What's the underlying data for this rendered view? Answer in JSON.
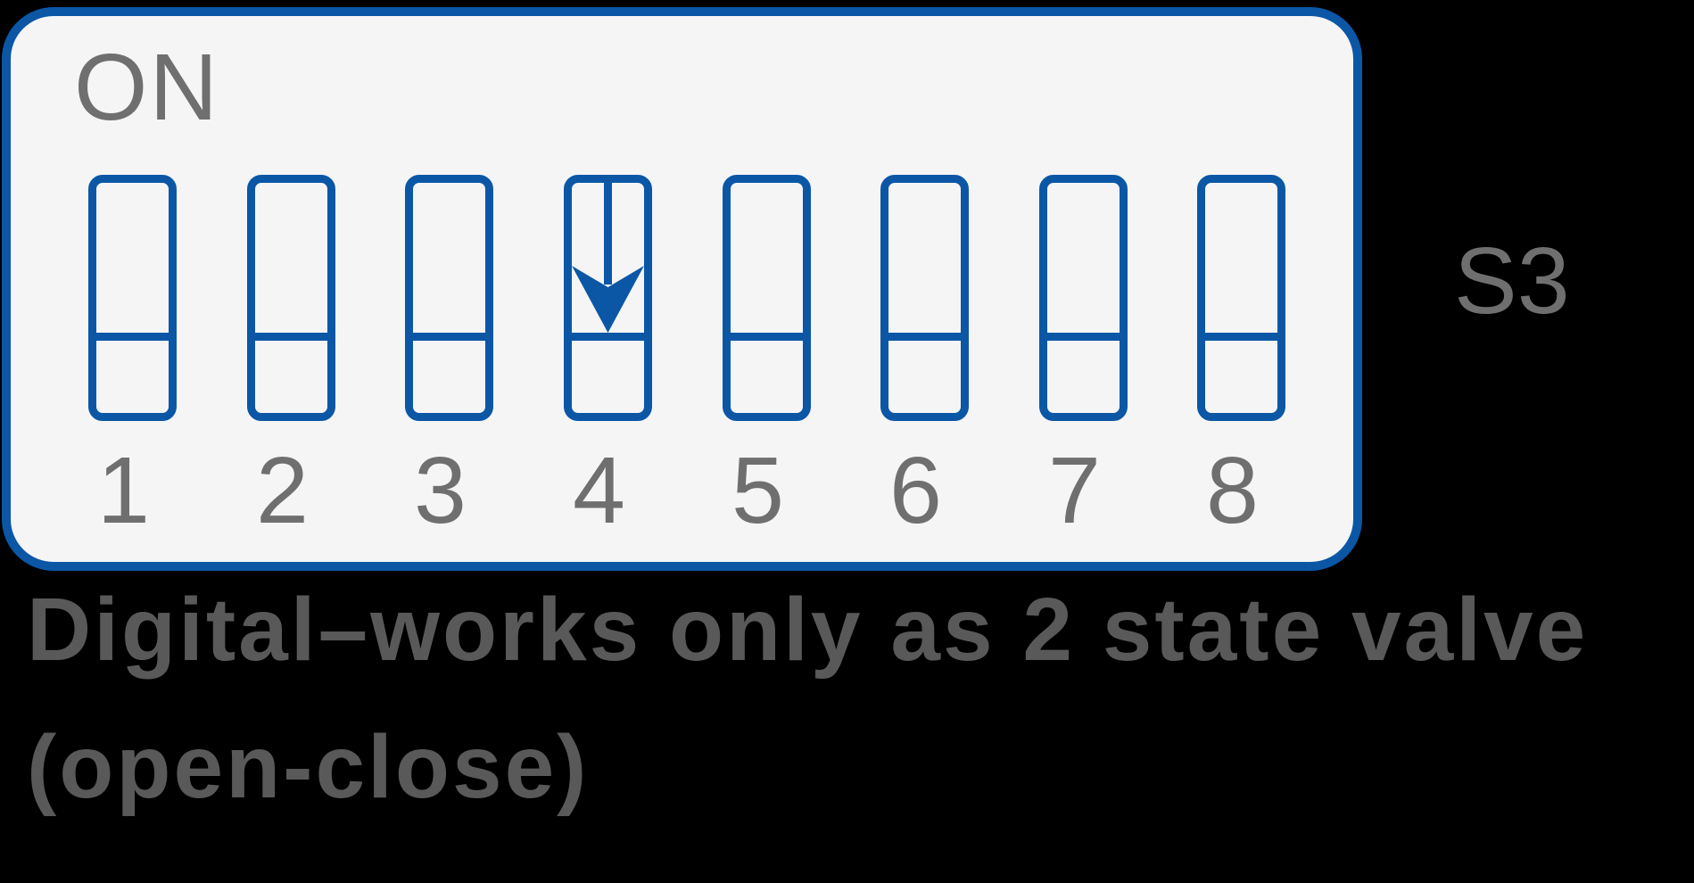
{
  "panel": {
    "on_label": "ON",
    "bank_label": "S3",
    "positions": [
      {
        "label": "1",
        "arrow": false
      },
      {
        "label": "2",
        "arrow": false
      },
      {
        "label": "3",
        "arrow": false
      },
      {
        "label": "4",
        "arrow": true
      },
      {
        "label": "5",
        "arrow": false
      },
      {
        "label": "6",
        "arrow": false
      },
      {
        "label": "7",
        "arrow": false
      },
      {
        "label": "8",
        "arrow": false
      }
    ]
  },
  "caption": {
    "line1": "Digital–works only as 2 state valve",
    "line2": "(open-close)"
  },
  "colors": {
    "switch_blue": "#0b57a6",
    "panel_fill": "#f5f5f6",
    "label_gray": "#6f6f6f",
    "caption_gray": "#595959",
    "background": "#000000"
  }
}
